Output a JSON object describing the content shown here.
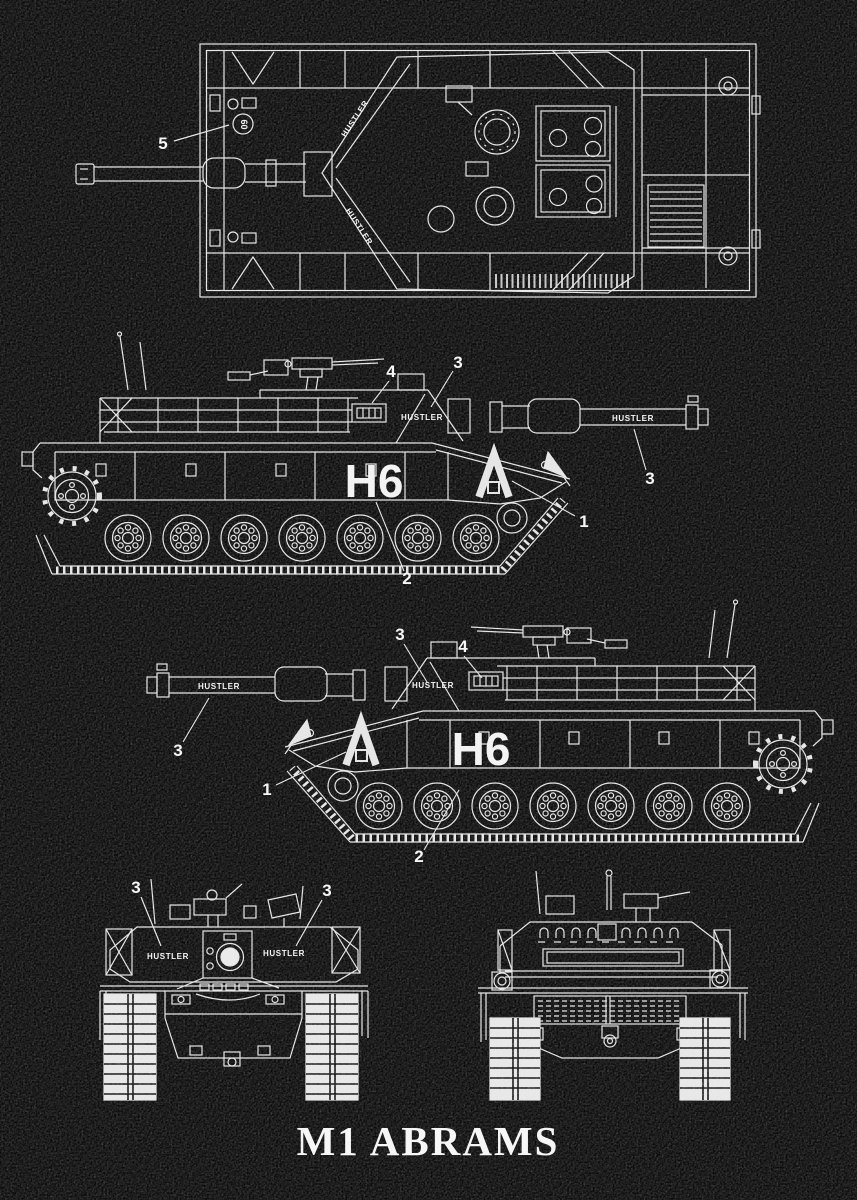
{
  "poster": {
    "title": "M1 ABRAMS"
  },
  "colors": {
    "background": "#0a0a0a",
    "line": "#e4e4e4",
    "marking": "#f5f5f5"
  },
  "views": {
    "top": {
      "marking_turret_upper": "HUSTLER",
      "marking_turret_lower": "HUSTLER",
      "marking_bridge_class": "60",
      "callouts": [
        {
          "label": "5"
        }
      ]
    },
    "side_right": {
      "marking_turret": "HUSTLER",
      "marking_barrel": "HUSTLER",
      "marking_hull": "H6",
      "marking_chevron": "Λ",
      "callouts": [
        {
          "label": "4"
        },
        {
          "label": "3"
        },
        {
          "label": "3"
        },
        {
          "label": "1"
        },
        {
          "label": "2"
        }
      ]
    },
    "side_left": {
      "marking_turret": "HUSTLER",
      "marking_barrel": "HUSTLER",
      "marking_hull": "H6",
      "marking_chevron": "Λ",
      "callouts": [
        {
          "label": "3"
        },
        {
          "label": "4"
        },
        {
          "label": "3"
        },
        {
          "label": "1"
        },
        {
          "label": "2"
        }
      ]
    },
    "front": {
      "marking_turret_left": "HUSTLER",
      "marking_turret_right": "HUSTLER",
      "callouts": [
        {
          "label": "3"
        },
        {
          "label": "3"
        }
      ]
    },
    "rear": {
      "callouts": []
    }
  }
}
